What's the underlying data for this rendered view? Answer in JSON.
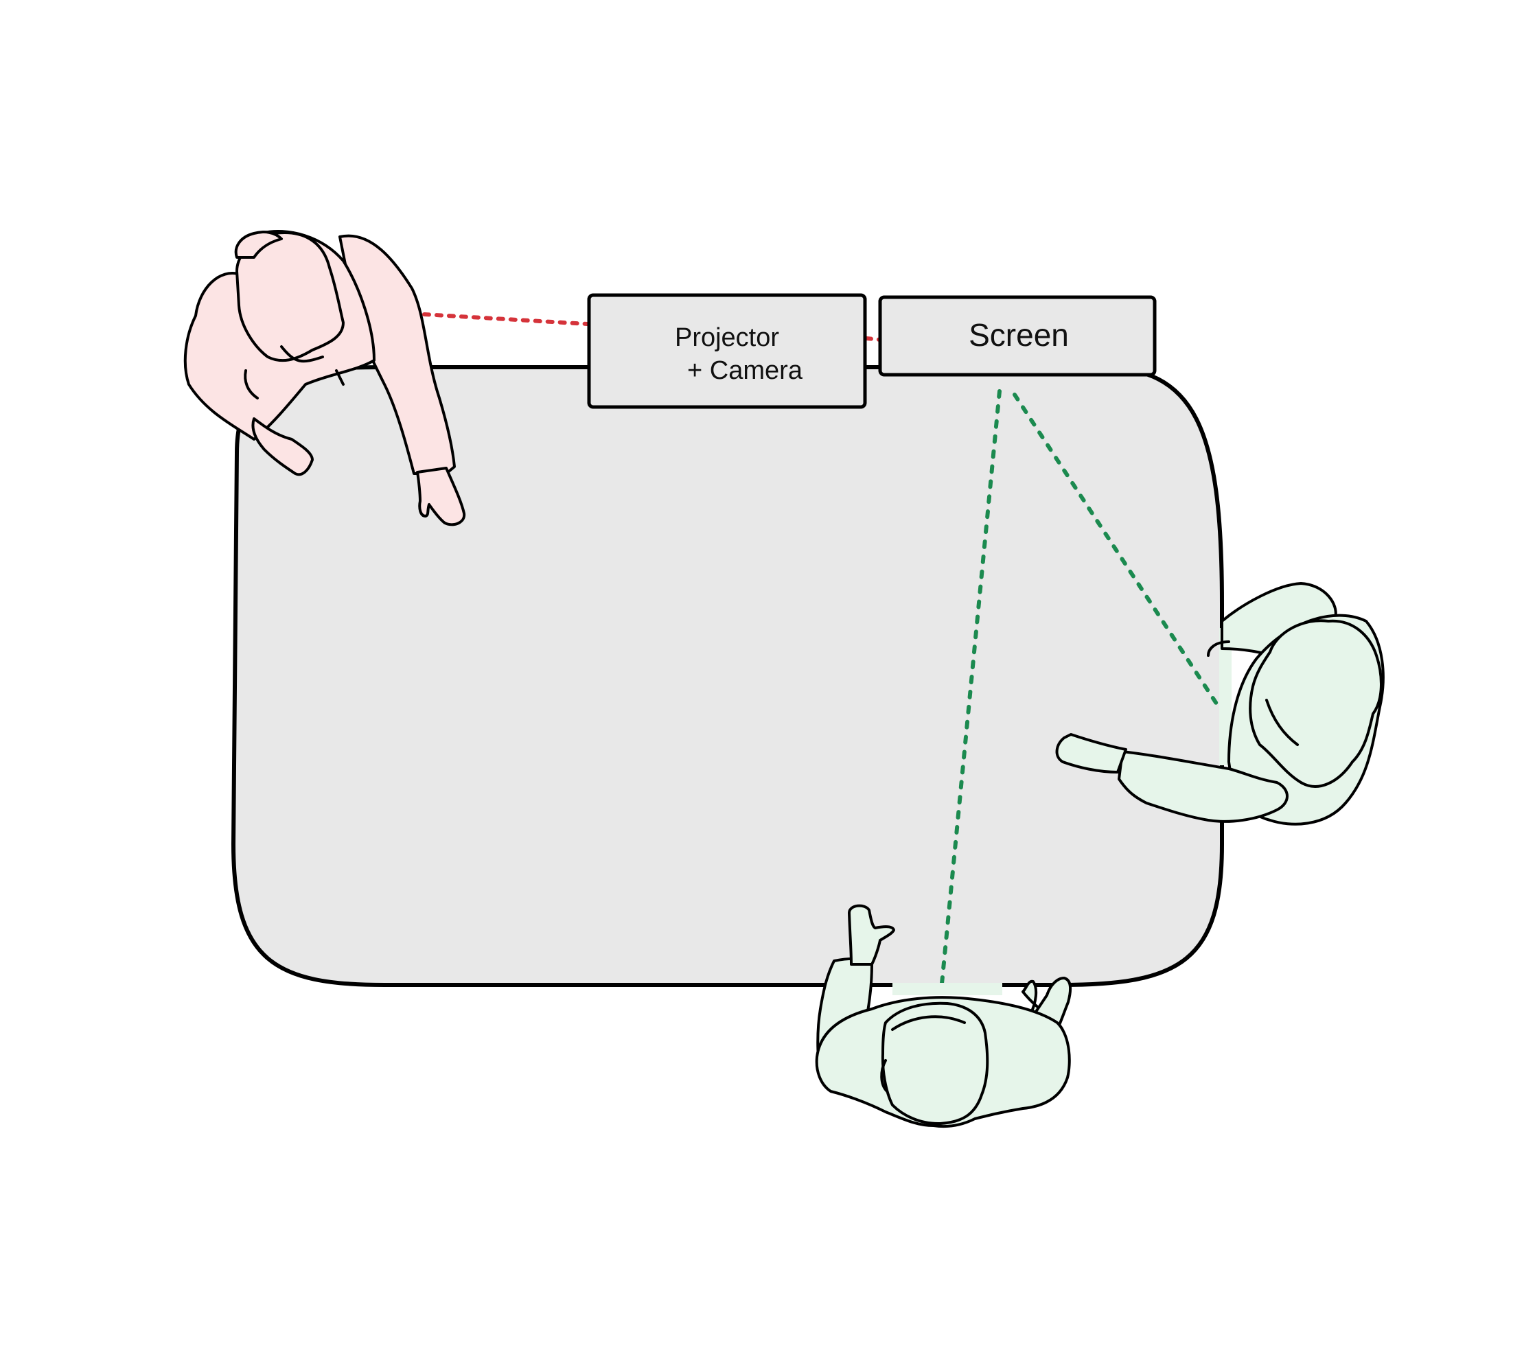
{
  "projector": {
    "line1": "Projector",
    "line2": "+ Camera"
  },
  "screen": {
    "label": "Screen"
  },
  "colors": {
    "table_fill": "#e8e8e8",
    "box_fill": "#e8e8e8",
    "presenter_fill": "#fce4e4",
    "viewer_fill": "#e6f5ea",
    "projector_sightline": "#d5333a",
    "screen_sightline": "#1b8a4f"
  },
  "people": [
    {
      "role": "presenter",
      "icon": "person-topdown-icon"
    },
    {
      "role": "viewer",
      "icon": "person-topdown-icon"
    },
    {
      "role": "viewer",
      "icon": "person-topdown-icon"
    }
  ]
}
